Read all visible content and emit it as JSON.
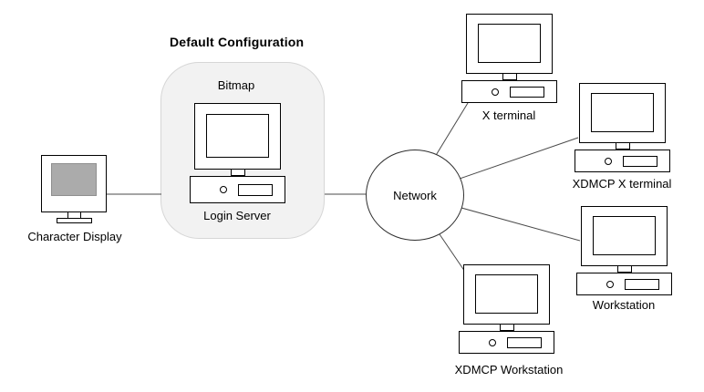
{
  "diagram": {
    "title": "Default Configuration",
    "nodes": {
      "character_display": {
        "label": "Character Display"
      },
      "bitmap": {
        "label": "Bitmap"
      },
      "login_server": {
        "label": "Login Server"
      },
      "network": {
        "label": "Network"
      },
      "x_terminal": {
        "label": "X terminal"
      },
      "xdmcp_x_terminal": {
        "label": "XDMCP X terminal"
      },
      "workstation": {
        "label": "Workstation"
      },
      "xdmcp_workstation": {
        "label": "XDMCP Workstation"
      }
    },
    "edges": [
      {
        "from": "character_display",
        "to": "login_server"
      },
      {
        "from": "login_server",
        "to": "network"
      },
      {
        "from": "network",
        "to": "x_terminal"
      },
      {
        "from": "network",
        "to": "xdmcp_x_terminal"
      },
      {
        "from": "network",
        "to": "workstation"
      },
      {
        "from": "network",
        "to": "xdmcp_workstation"
      }
    ],
    "colors": {
      "box_fill": "#f2f2f2",
      "box_border": "#d6d6d6",
      "screen_gray": "#ababab",
      "line": "#4a4a4a",
      "outline": "#000000"
    }
  }
}
